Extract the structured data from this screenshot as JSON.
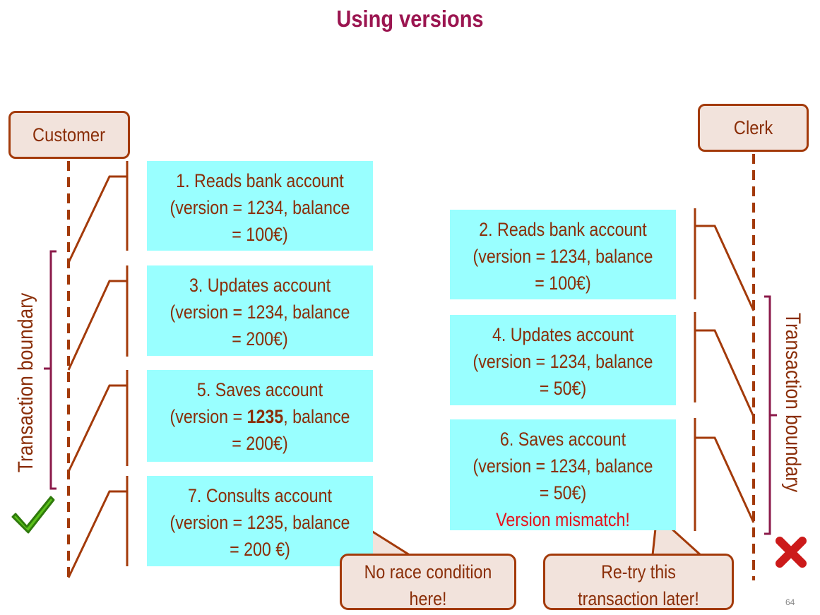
{
  "title": "Using versions",
  "actors": {
    "customer": "Customer",
    "clerk": "Clerk"
  },
  "customer_steps": [
    {
      "lines": [
        "1. Reads bank account",
        "(version = 1234, balance",
        "= 100€)"
      ]
    },
    {
      "lines": [
        "3. Updates account",
        "(version = 1234, balance",
        "= 200€)"
      ]
    },
    {
      "line1": "5. Saves account",
      "pre": "(version = ",
      "bold": "1235",
      "post": ",  balance",
      "line3": "= 200€)"
    },
    {
      "lines": [
        "7. Consults account",
        "(version = 1235, balance",
        "= 200 €)"
      ]
    }
  ],
  "clerk_steps": [
    {
      "lines": [
        "2. Reads bank account",
        "(version = 1234, balance",
        "= 100€)"
      ]
    },
    {
      "lines": [
        "4. Updates account",
        "(version = 1234, balance",
        "= 50€)"
      ]
    },
    {
      "lines": [
        "6. Saves account",
        "(version = 1234, balance",
        "= 50€)"
      ],
      "error": "Version mismatch!"
    }
  ],
  "callouts": {
    "no_race": [
      "No race condition",
      "here!"
    ],
    "retry": [
      "Re-try this",
      "transaction later!"
    ]
  },
  "transaction_boundary_left": "Transaction boundary",
  "transaction_boundary_right": "Transaction boundary",
  "page_number": "64",
  "colors": {
    "title": "#9b1550",
    "line": "#a33a0a",
    "step_bg": "#99ffff",
    "text": "#8a2e08",
    "error": "#e8101a",
    "brace": "#8b1a4a"
  }
}
